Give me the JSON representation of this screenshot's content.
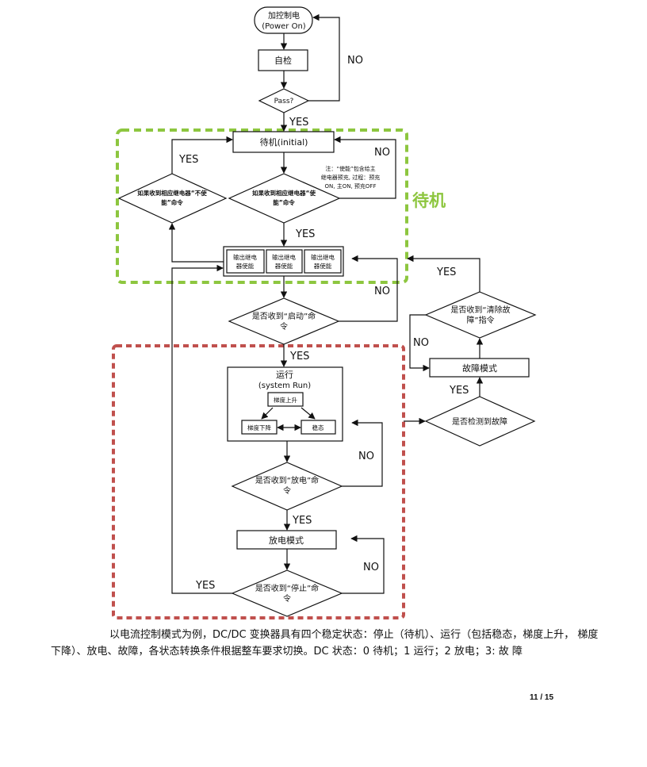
{
  "flowchart": {
    "power_on": [
      "加控制电",
      "(Power On)"
    ],
    "self_test": "自检",
    "pass_decision": "Pass?",
    "standby_box": "待机(initial)",
    "disable_decision": [
      "如果收到相应继电器“不使",
      "能”命令"
    ],
    "enable_decision": [
      "如果收到相应继电器“使",
      "能”命令"
    ],
    "note": [
      "注：“使能”包含给主",
      "继电器预充, 过程：预充",
      "ON, 主ON, 预充OFF"
    ],
    "relay_enable": [
      [
        "输出继电",
        "器使能"
      ],
      [
        "输出继电",
        "器使能"
      ],
      [
        "输出继电",
        "器使能"
      ]
    ],
    "start_decision": [
      "是否收到“启动”命",
      "令"
    ],
    "run_box": [
      "运行",
      "(system Run)"
    ],
    "ramp_up": "梯度上升",
    "ramp_down": "梯度下降",
    "steady": "稳态",
    "discharge_decision": [
      "是否收到“放电”命",
      "令"
    ],
    "discharge_mode": "放电模式",
    "stop_decision": [
      "是否收到“停止”命",
      "令"
    ],
    "fault_detect_decision": "是否检测到故障",
    "fault_mode": "故障模式",
    "clear_fault_decision": [
      "是否收到“清除故",
      "障”指令"
    ],
    "standby_region_label": "待机",
    "yes": "YES",
    "no": "NO"
  },
  "colors": {
    "standby_border": "#8dc63f",
    "run_border": "#c0504d",
    "standby_label": "#8dc63f"
  },
  "paragraph": "以电流控制模式为例，DC/DC 变换器具有四个稳定状态：停止（待机）、运行（包括稳态，梯度上升，  梯度下降）、放电、故障，各状态转换条件根据整车要求切换。DC 状态：0 待机；1 运行；2 放电；3: 故    障",
  "page_number": "11 / 15"
}
